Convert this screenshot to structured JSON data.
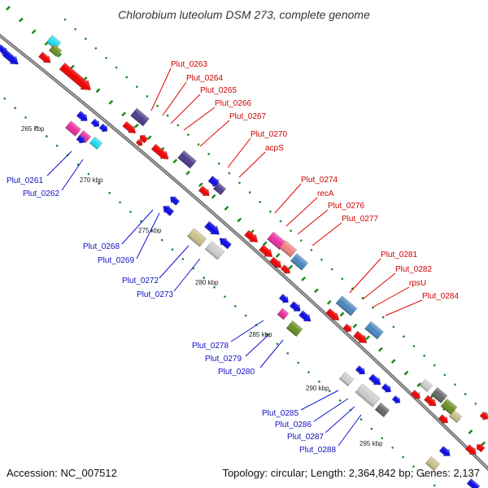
{
  "title": "Chlorobium luteolum DSM 273, complete genome",
  "footer": {
    "accession": "Accession: NC_007512",
    "info": "Topology: circular; Length: 2,364,842 bp; Genes: 2,137"
  },
  "scale_labels": [
    "265 kbp",
    "270 kbp",
    "275 kbp",
    "280 kbp",
    "285 kbp",
    "290 kbp",
    "295 kbp"
  ],
  "outer_gene_labels": [
    "Plut_0263",
    "Plut_0264",
    "Plut_0265",
    "Plut_0266",
    "Plut_0267",
    "Plut_0270",
    "acpS",
    "Plut_0274",
    "recA",
    "Plut_0276",
    "Plut_0277",
    "Plut_0281",
    "Plut_0282",
    "rpsU",
    "Plut_0284"
  ],
  "inner_gene_labels": [
    "Plut_0261",
    "Plut_0262",
    "Plut_0268",
    "Plut_0269",
    "Plut_0272",
    "Plut_0273",
    "Plut_0278",
    "Plut_0279",
    "Plut_0280",
    "Plut_0285",
    "Plut_0286",
    "Plut_0287",
    "Plut_0288"
  ],
  "colors": {
    "backbone": "#808080",
    "forward_gene_label": "#cc0000",
    "reverse_gene_label": "#1010c0",
    "red": "#ee0000",
    "blue": "#0a0ae6",
    "steelblue": "#4a87c0",
    "purple": "#4b3b8c",
    "magenta": "#ee2ca0",
    "salmon": "#f08080",
    "khaki": "#c8c08a",
    "olive": "#6b8e23",
    "cyan": "#22ddee",
    "gray": "#cccccc",
    "darkgray": "#666666",
    "tick": "#1a8a1a"
  }
}
